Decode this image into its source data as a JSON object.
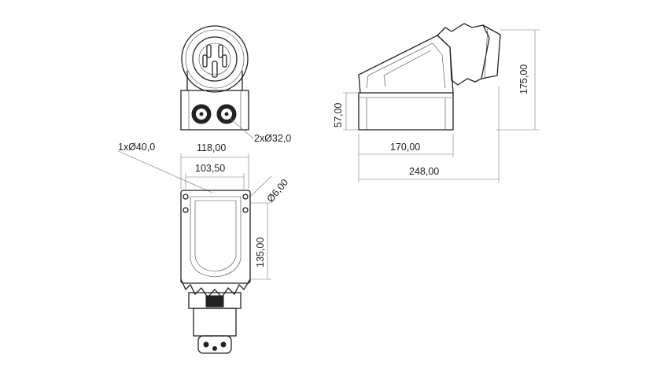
{
  "drawing": {
    "front_view": {
      "cable_entries_label": "2xØ32,0"
    },
    "bottom_view": {
      "hole_label": "1xØ40,0",
      "width_outer": "118,00",
      "width_inner": "103,50",
      "mount_hole_label": "Ø6,00",
      "height_mount": "135,00"
    },
    "side_view": {
      "base_height": "57,00",
      "total_height": "175,00",
      "base_length": "170,00",
      "total_length": "248,00"
    },
    "colors": {
      "line": "#222222",
      "dimension": "#777777"
    }
  }
}
